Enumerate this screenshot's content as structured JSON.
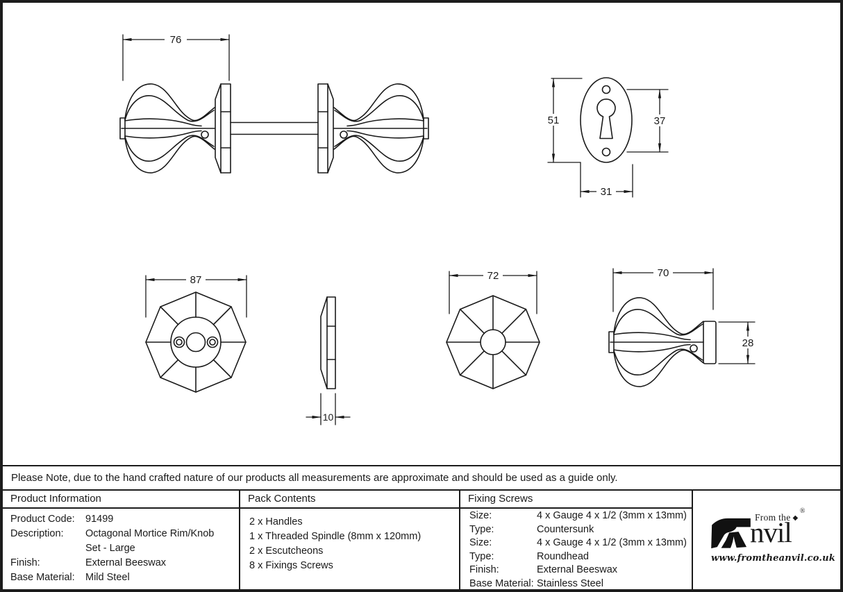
{
  "note": {
    "text": "Please Note, due to the hand crafted nature of our products all measurements are approximate and should be used as a guide only."
  },
  "table": {
    "product_information": {
      "header": "Product Information",
      "rows": [
        {
          "label": "Product Code:",
          "value": "91499"
        },
        {
          "label": "Description:",
          "value": "Octagonal Mortice Rim/Knob"
        },
        {
          "label": "",
          "value": "Set - Large"
        },
        {
          "label": "Finish:",
          "value": "External Beeswax"
        },
        {
          "label": "Base Material:",
          "value": "Mild Steel"
        }
      ]
    },
    "pack_contents": {
      "header": "Pack Contents",
      "items": [
        "2 x Handles",
        "1 x Threaded Spindle (8mm x 120mm)",
        "2 x Escutcheons",
        "8 x Fixings Screws"
      ]
    },
    "fixing_screws": {
      "header": "Fixing Screws",
      "rows": [
        {
          "label": "Size:",
          "value": "4 x Gauge 4 x 1/2 (3mm x 13mm)"
        },
        {
          "label": "Type:",
          "value": "Countersunk"
        },
        {
          "label": "Size:",
          "value": "4 x Gauge 4 x 1/2 (3mm x 13mm)"
        },
        {
          "label": "Type:",
          "value": "Roundhead"
        },
        {
          "label": "Finish:",
          "value": "External Beeswax"
        },
        {
          "label": "Base Material:",
          "value": "Stainless Steel"
        }
      ]
    }
  },
  "logo": {
    "from_the": "From the",
    "diamond": "◆",
    "name_rest": "nvil",
    "registered": "®",
    "website": "www.fromtheanvil.co.uk"
  },
  "drawing": {
    "line_color": "#1a1a1a",
    "dimensions": {
      "set_depth": "76",
      "escutcheon_height": "51",
      "escutcheon_screw_centres": "37",
      "escutcheon_width": "31",
      "rose_diameter": "87",
      "rose_thickness": "10",
      "knob_diameter": "72",
      "knob_depth": "70",
      "knob_base_diameter": "28"
    }
  }
}
